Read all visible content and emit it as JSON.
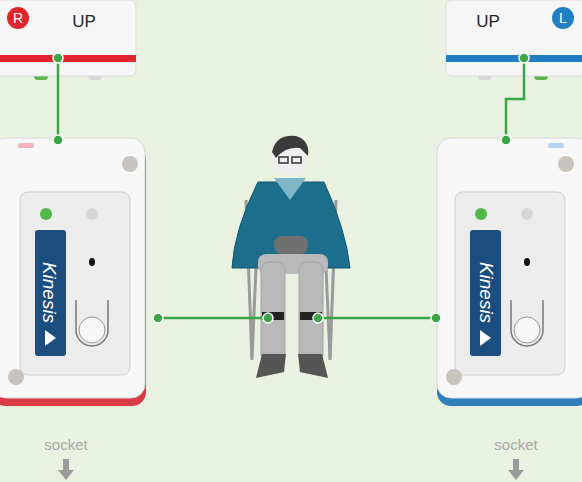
{
  "diagram": {
    "nodes": [
      {
        "text": [
          "R",
          "UP"
        ]
      },
      {
        "text": [
          "Kinesis"
        ]
      },
      {
        "text": [
          "UP",
          "L"
        ]
      },
      {
        "text": [
          "Kinesis"
        ]
      }
    ],
    "edges": [
      {
        "from": 0,
        "to": 1,
        "arrow": "none"
      },
      {
        "from": 2,
        "to": 3,
        "arrow": "none"
      }
    ],
    "labels": [
      "socket",
      "socket"
    ]
  }
}
